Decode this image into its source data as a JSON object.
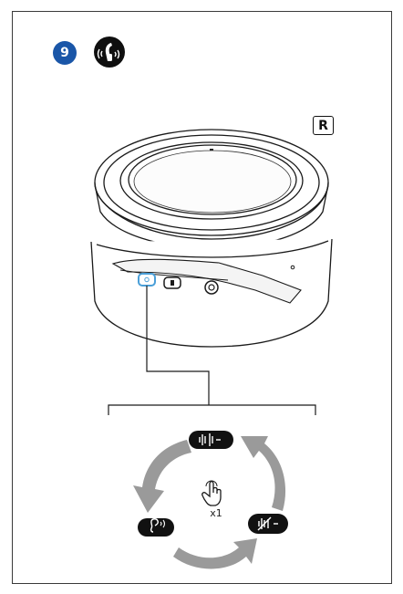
{
  "step": {
    "number": "9",
    "color": "#1a56a8"
  },
  "mode_icon": {
    "name": "headset-sound-icon"
  },
  "side_indicator": {
    "label": "R"
  },
  "cycle": {
    "tap_count": "x1",
    "icons": [
      "voice-waveform-icon",
      "noise-cancel-off-icon",
      "hearing-icon"
    ],
    "arrow_color": "#9a9a9a"
  },
  "colors": {
    "button_highlight": "#4a9fd8",
    "ink": "#111111"
  }
}
